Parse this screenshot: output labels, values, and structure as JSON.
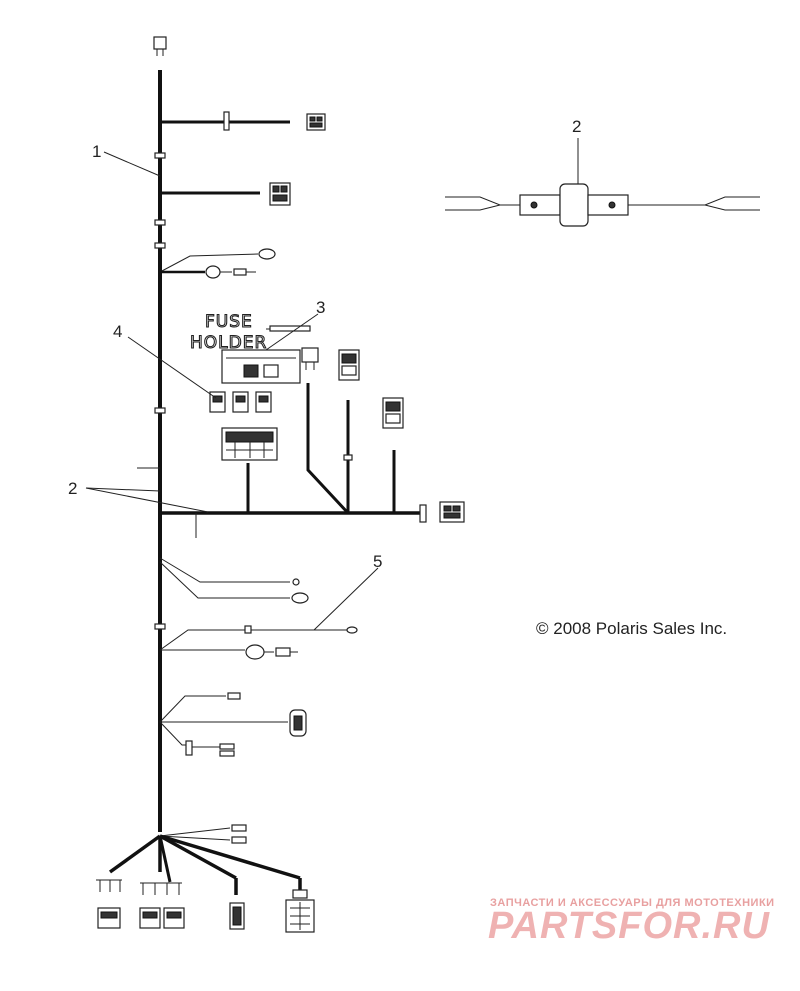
{
  "callouts": [
    {
      "id": "1",
      "label": "1"
    },
    {
      "id": "2a",
      "label": "2"
    },
    {
      "id": "2b",
      "label": "2"
    },
    {
      "id": "3",
      "label": "3"
    },
    {
      "id": "4",
      "label": "4"
    },
    {
      "id": "5",
      "label": "5"
    }
  ],
  "fuse_holder": {
    "line1": "FUSE",
    "line2": "HOLDER"
  },
  "copyright": "© 2008 Polaris Sales Inc.",
  "watermark": {
    "tagline": "ЗАПЧАСТИ И АКСЕССУАРЫ ДЛЯ МОТОТЕХНИКИ",
    "brand": "PARTSFOR.RU",
    "color": "#efb2b2"
  },
  "colors": {
    "line": "#111111",
    "background": "#ffffff"
  }
}
